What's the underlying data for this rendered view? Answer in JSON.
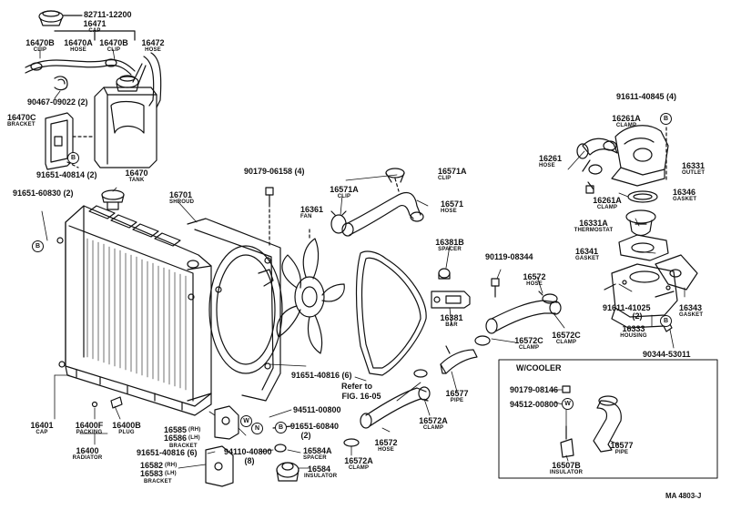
{
  "labels": {
    "p82711": "82711-12200",
    "p16471": "16471",
    "p16471s": "CAP",
    "p16470B1": "16470B",
    "p16470B1s": "CLIP",
    "p16470A": "16470A",
    "p16470As": "HOSE",
    "p16470B2": "16470B",
    "p16470B2s": "CLIP",
    "p16472": "16472",
    "p16472s": "HOSE",
    "p90467": "90467-09022 (2)",
    "p16470C": "16470C",
    "p16470Cs": "BRACKET",
    "p91651a": "91651-40814 (2)",
    "p16470": "16470",
    "p16470s": "TANK",
    "p91651b": "91651-60830 (2)",
    "p16701": "16701",
    "p16701s": "SHROUD",
    "p90179a": "90179-06158 (4)",
    "p16571A1": "16571A",
    "p16571A1s": "CLIP",
    "p16361": "16361",
    "p16361s": "FAN",
    "p16571A2": "16571A",
    "p16571A2s": "CLIP",
    "p16571": "16571",
    "p16571s": "HOSE",
    "p91611a": "91611-40845 (4)",
    "p16261A1": "16261A",
    "p16261A1s": "CLAMP",
    "p16261": "16261",
    "p16261s": "HOSE",
    "p16331": "16331",
    "p16331s": "OUTLET",
    "p16261A2": "16261A",
    "p16261A2s": "CLAMP",
    "p16346": "16346",
    "p16346s": "GASKET",
    "p16331A": "16331A",
    "p16331As": "THERMOSTAT",
    "p16381B": "16381B",
    "p16381Bs": "SPACER",
    "p90119": "90119-08344",
    "p16341": "16341",
    "p16341s": "GASKET",
    "p16572a": "16572",
    "p16572as": "HOSE",
    "p16381": "16381",
    "p16381s": "BAR",
    "p91611b": "91611-41025",
    "p91611bs": "(2)",
    "p16343": "16343",
    "p16343s": "GASKET",
    "p16572C1": "16572C",
    "p16572C1s": "CLAMP",
    "p16572C2": "16572C",
    "p16572C2s": "CLAMP",
    "p16333": "16333",
    "p16333s": "HOUSING",
    "p90344": "90344-53011",
    "p91651c": "91651-40816 (6)",
    "refer1": "Refer to",
    "refer2": "FIG. 16-05",
    "p16577a": "16577",
    "p16577as": "PIPE",
    "p94511": "94511-00800",
    "p16572A1": "16572A",
    "p16572A1s": "CLAMP",
    "p16572b": "16572",
    "p16572bs": "HOSE",
    "p16401": "16401",
    "p16401s": "CAP",
    "p16400F": "16400F",
    "p16400Fs": "PACKING",
    "p16400B": "16400B",
    "p16400Bs": "PLUG",
    "p16585": "16585",
    "p16585s": "(RH)",
    "p16586": "16586",
    "p16586s": "(LH)",
    "p16586b": "BRACKET",
    "p91651d": "91651-60840",
    "p91651ds": "(2)",
    "p16400": "16400",
    "p16400s": "RADIATOR",
    "p91651e": "91651-40816 (6)",
    "p94110": "94110-40800",
    "p94110s": "(8)",
    "p16584A": "16584A",
    "p16584As": "SPACER",
    "p16584": "16584",
    "p16584s": "INSULATOR",
    "p16572A2": "16572A",
    "p16572A2s": "CLAMP",
    "p16582": "16582",
    "p16582s": "(RH)",
    "p16583": "16583",
    "p16583s": "(LH)",
    "p16583b": "BRACKET",
    "cooler": "W/COOLER",
    "p90179b": "90179-08146",
    "p94512": "94512-00800",
    "p16577b": "16577",
    "p16577bs": "PIPE",
    "p16507B": "16507B",
    "p16507Bs": "INSULATOR",
    "footer": "MA 4803-J"
  },
  "markers": {
    "B": "B",
    "N": "N",
    "W": "W"
  }
}
